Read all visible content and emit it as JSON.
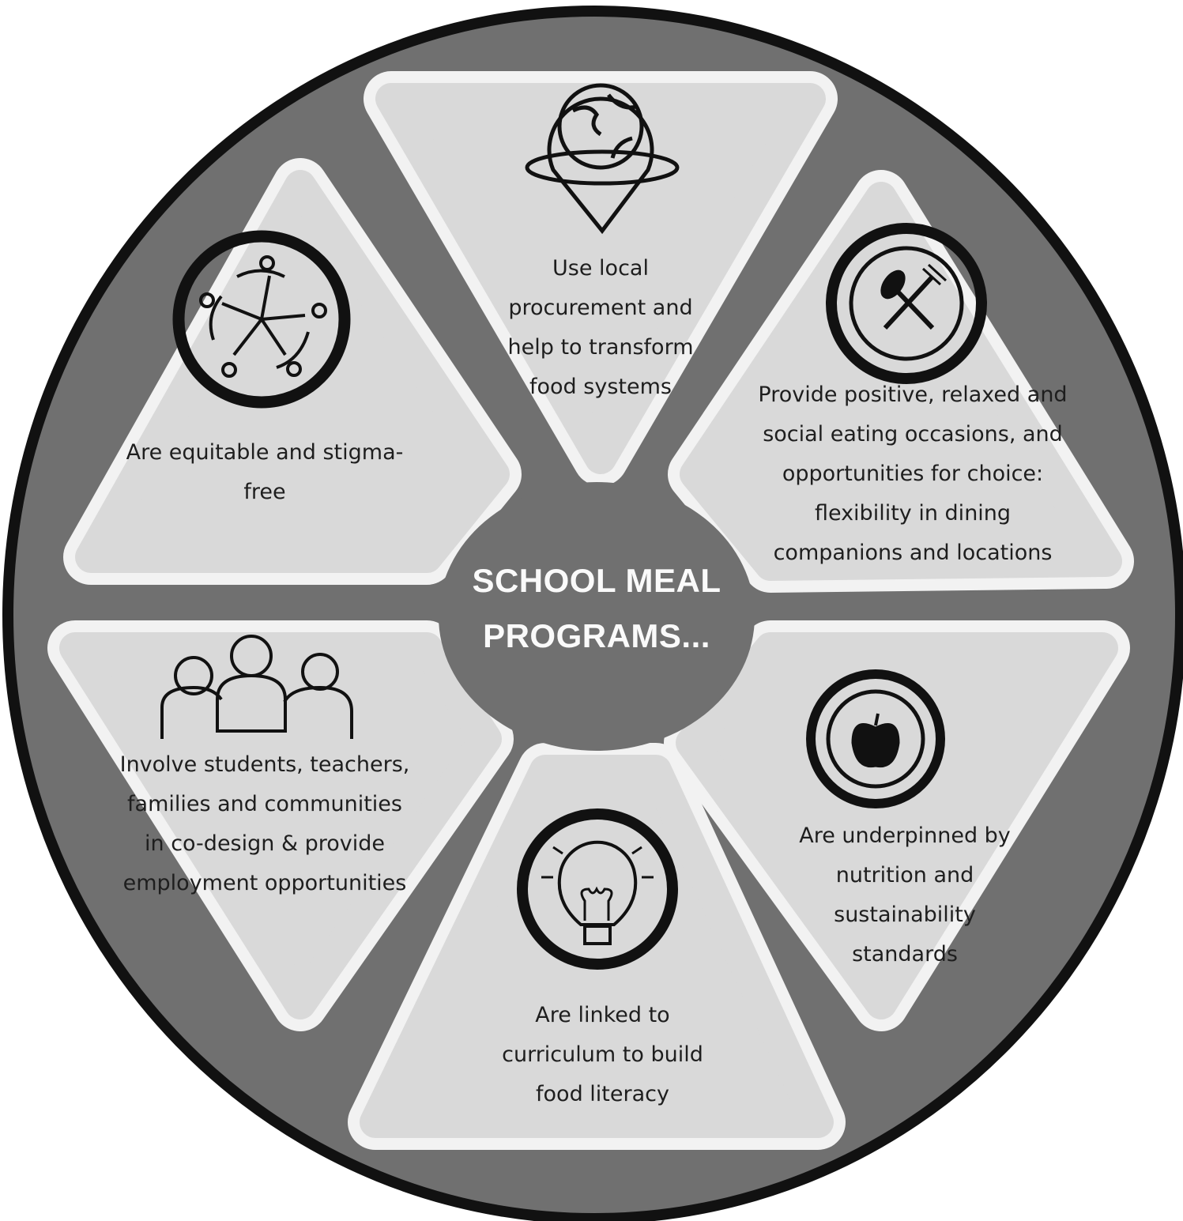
{
  "title": "SCHOOL MEAL PROGRAMS...",
  "colors": {
    "ring": "#111111",
    "plate": "#707070",
    "segment": "#d9d9d9",
    "segment_border": "#f2f2f2",
    "center_text": "#fafafa"
  },
  "segments": [
    {
      "icon": "globe-location-pin-icon",
      "text": "Use local procurement and help to transform food systems"
    },
    {
      "icon": "spoon-fork-plate-icon",
      "text": "Provide positive, relaxed and social eating occasions, and opportunities for choice: flexibility in dining companions and locations"
    },
    {
      "icon": "apple-plate-icon",
      "text": "Are underpinned by nutrition and sustainability standards"
    },
    {
      "icon": "lightbulb-icon",
      "text": "Are linked to curriculum to build food literacy"
    },
    {
      "icon": "people-group-icon",
      "text": "Involve students, teachers, families and communities in co-design & provide employment opportunities"
    },
    {
      "icon": "people-circle-icon",
      "text": "Are equitable and stigma-free"
    }
  ]
}
